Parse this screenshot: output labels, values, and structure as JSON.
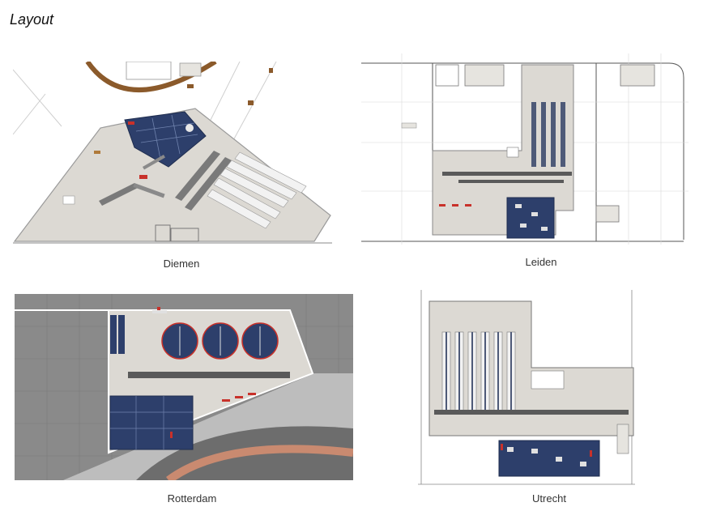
{
  "header": {
    "title": "Layout"
  },
  "plans": [
    {
      "caption": "Diemen"
    },
    {
      "caption": "Leiden"
    },
    {
      "caption": "Rotterdam"
    },
    {
      "caption": "Utrecht"
    }
  ],
  "colors": {
    "floor": "#dcd9d3",
    "floor_light": "#e6e4df",
    "navy_area": "#2d3f6b",
    "accent_red": "#c8312a",
    "track_brown": "#8b5a2b",
    "asphalt": "#6d6d6d",
    "paving": "#bdbdbd",
    "red_path": "#c98a70"
  }
}
